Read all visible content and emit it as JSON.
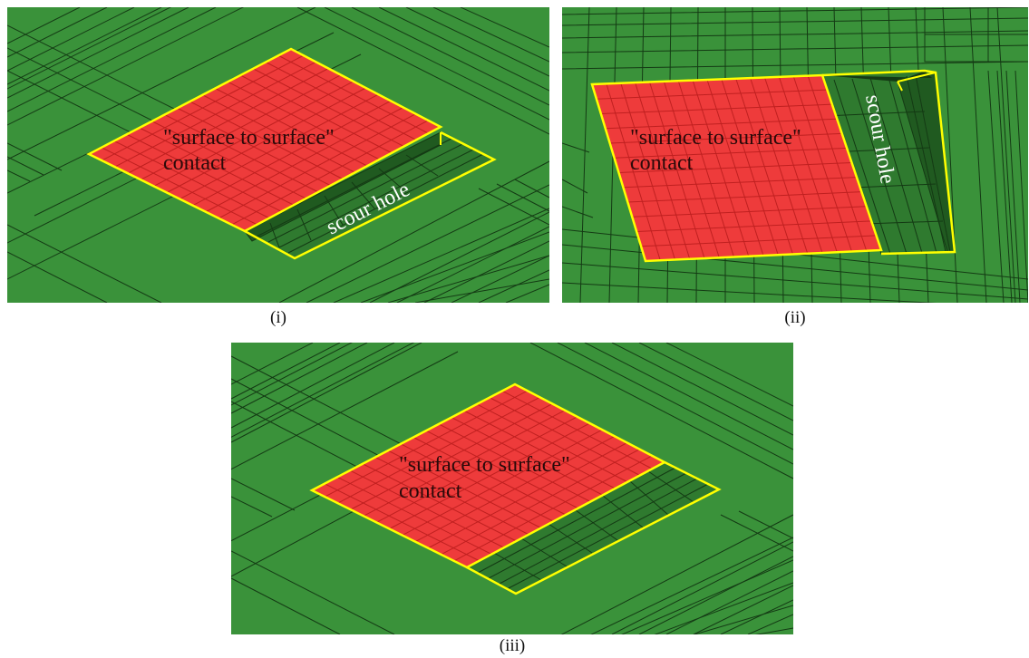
{
  "panels": [
    {
      "caption": "(i)",
      "contact_label_line1": "\"surface to surface\"",
      "contact_label_line2": "contact",
      "scour_label": "scour hole"
    },
    {
      "caption": "(ii)",
      "contact_label_line1": "\"surface to surface\"",
      "contact_label_line2": "contact",
      "scour_label": "scour hole"
    },
    {
      "caption": "(iii)",
      "contact_label_line1": "\"surface to surface\"",
      "contact_label_line2": "contact"
    }
  ],
  "colors": {
    "soil": "#3a923a",
    "mesh_line": "#143a14",
    "contact_fill": "#ee3b3b",
    "contact_grid": "#c02020",
    "outline": "#ffff00",
    "label_dark": "#2a0a0a",
    "label_light": "#ffffff"
  }
}
